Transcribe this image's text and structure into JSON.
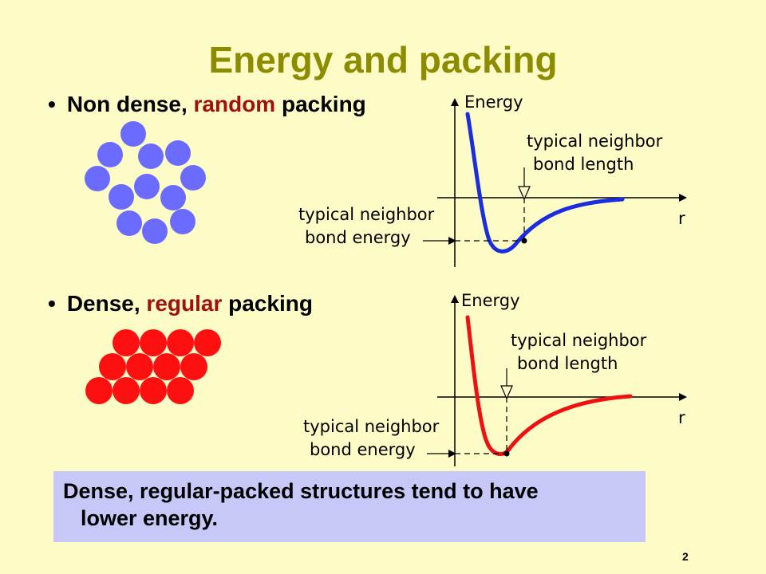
{
  "slide": {
    "title": "Energy and packing",
    "page_number": "2"
  },
  "bullets": [
    {
      "prefix": "Non dense, ",
      "accent": "random",
      "suffix": " packing"
    },
    {
      "prefix": "Dense, ",
      "accent": "regular",
      "suffix": " packing"
    }
  ],
  "plots": [
    {
      "y_label": "Energy",
      "x_label": "r",
      "length_label_1": "typical neighbor",
      "length_label_2": "bond length",
      "energy_label_1": "typical neighbor",
      "energy_label_2": "bond energy",
      "curve_color": "#1a2ee0"
    },
    {
      "y_label": "Energy",
      "x_label": "r",
      "length_label_1": "typical neighbor",
      "length_label_2": "bond length",
      "energy_label_1": "typical neighbor",
      "energy_label_2": "bond energy",
      "curve_color": "#ee1111"
    }
  ],
  "atoms": {
    "random_color": "#6b6bff",
    "regular_color": "#ff1010"
  },
  "conclusion": {
    "line1": "Dense, regular-packed structures tend to have",
    "line2": "lower energy."
  }
}
